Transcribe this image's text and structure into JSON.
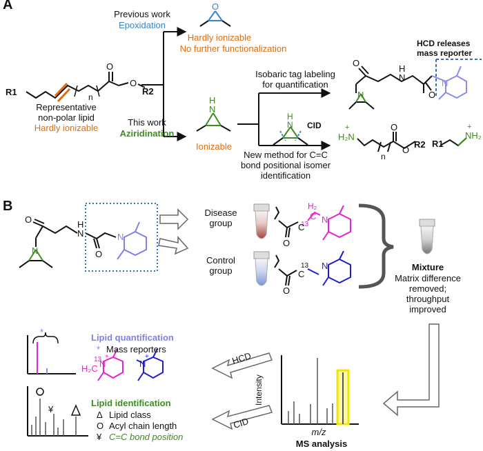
{
  "panel_a": {
    "label": "A",
    "lipid_r1": "R1",
    "lipid_n": "n",
    "lipid_o1": "O",
    "lipid_o2": "O",
    "lipid_r2": "R2",
    "lipid_caption_1": "Representative",
    "lipid_caption_2": "non-polar lipid",
    "lipid_caption_3": "Hardly ionizable",
    "prev_work": "Previous work",
    "epoxidation": "Epoxidation",
    "epoxide_o": "O",
    "epox_note_1": "Hardly ionizable",
    "epox_note_2": "No further functionalization",
    "this_work": "This work",
    "aziridination": "Aziridination",
    "aziridine_nh": "H",
    "aziridine_n": "N",
    "ionizable": "Ionizable",
    "isobaric_1": "Isobaric tag labeling",
    "isobaric_2": "for quantification",
    "hcd_releases_1": "HCD releases",
    "hcd_releases_2": "mass reporter",
    "tag_o1": "O",
    "tag_o2": "O",
    "tag_n": "N",
    "tag_nh": "H",
    "tag_nh_n": "N",
    "tag_pip_n": "N",
    "cid_label": "CID",
    "cid_n": "N",
    "cid_h": "H",
    "newmethod_1": "New method for C=C",
    "newmethod_2": "bond positional isomer",
    "newmethod_3": "identification",
    "frag_h2n": "H₂N",
    "frag_plus1": "+",
    "frag_n": "n",
    "frag_o1": "O",
    "frag_o2": "O",
    "frag_r2": "R2",
    "frag_r1": "R1",
    "frag_nh2": "NH₂",
    "frag_plus2": "+"
  },
  "panel_b": {
    "label": "B",
    "reagent_o1": "O",
    "reagent_h": "H",
    "reagent_n": "N",
    "reagent_o2": "O",
    "reagent_pip_n": "N",
    "reagent_az_n": "N",
    "disease_1": "Disease",
    "disease_2": "group",
    "control_1": "Control",
    "control_2": "group",
    "disease_h2": "H₂",
    "disease_13": "13",
    "disease_c": "C",
    "disease_n": "N",
    "disease_c2": "C",
    "disease_o": "O",
    "control_13": "13",
    "control_c": "C",
    "control_n": "N",
    "control_o": "O",
    "mixture": "Mixture",
    "mixture_1": "Matrix difference",
    "mixture_2": "removed;",
    "mixture_3": "throughput",
    "mixture_4": "improved",
    "intensity": "Intensity",
    "mz": "m/z",
    "ms_analysis": "MS analysis",
    "hcd": "HCD",
    "cid": "CID",
    "quant_title": "Lipid quantification",
    "quant_star": "*",
    "quant_reporters": "Mass reporters",
    "spec_star": "*",
    "reporter_13": "13",
    "reporter_h2c": "H₂C",
    "reporter_n1": "N",
    "reporter_plus1": "+",
    "reporter_n2": "N",
    "reporter_plus2": "+",
    "ident_title": "Lipid identification",
    "ident_sym1": "Δ",
    "ident_1": "Lipid class",
    "ident_sym2": "O",
    "ident_2": "Acyl chain length",
    "ident_sym3": "¥",
    "ident_3": "C=C bond position",
    "spec2_yen": "¥"
  },
  "colors": {
    "orange": "#e36c0a",
    "blue_text": "#3a86c6",
    "green": "#3c8c1e",
    "magenta": "#e81fd2",
    "navy": "#1e1ecf",
    "lavender": "#7f7fee",
    "tag_blue": "#8a8aef",
    "dashed_blue": "#2f6fbd",
    "yellow": "#f2e600"
  }
}
